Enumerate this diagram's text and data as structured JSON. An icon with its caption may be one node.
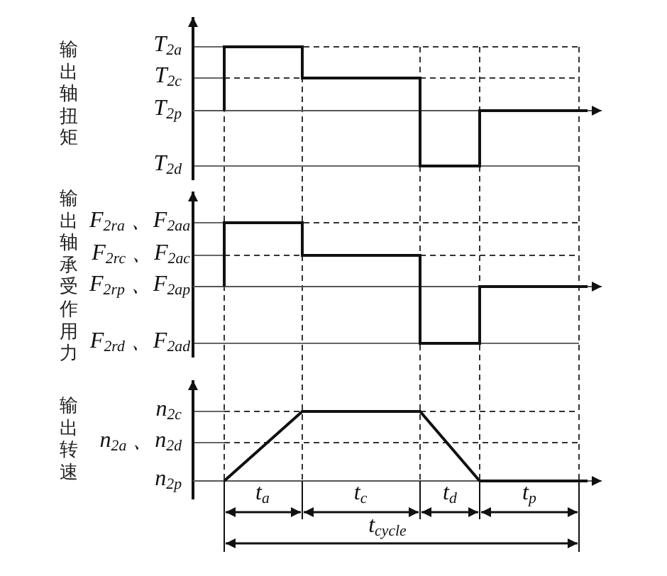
{
  "diagram": {
    "labels": [
      "输出轴扭矩",
      "T$_{2a}$",
      "T$_{2c}$",
      "T$_{2p}$",
      "T$_{2d}$",
      "输出轴承受作用力",
      "F$_{2ra}$ 、F$_{2aa}$",
      "F$_{2rc}$ 、F$_{2ac}$",
      "F$_{2rp}$ 、F$_{2ap}$",
      "F$_{2rd}$ 、F$_{2ad}$",
      "输出转速",
      "n$_{2c}$",
      "n$_{2a}$ 、n$_{2d}$",
      "n$_{2p}$",
      "t$_{a}$",
      "t$_{c}$",
      "t$_{d}$",
      "t$_{p}$",
      "t$_{cycle}$"
    ]
  }
}
